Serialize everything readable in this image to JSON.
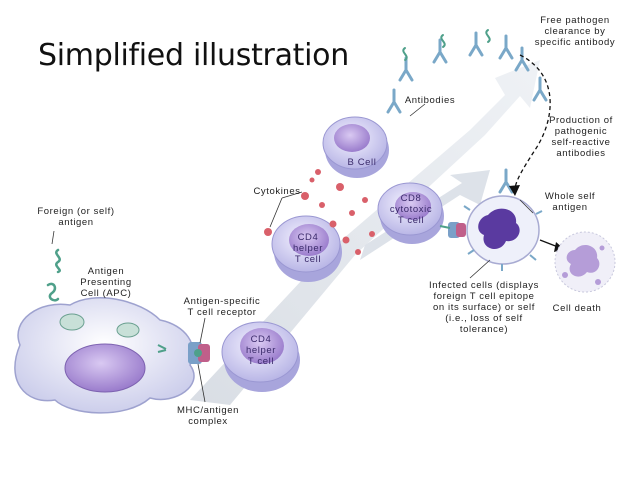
{
  "slide": {
    "title": "Simplified illustration"
  },
  "labels": {
    "foreign_antigen": "Foreign (or self)\nantigen",
    "apc": "Antigen\nPresenting\nCell (APC)",
    "antigen_specific_receptor": "Antigen-specific\nT cell receptor",
    "mhc_complex": "MHC/antigen\ncomplex",
    "cd4_helper_lower": "CD4\nhelper\nT cell",
    "cd4_helper_upper": "CD4\nhelper\nT cell",
    "cytokines": "Cytokines",
    "b_cell": "B Cell",
    "antibodies": "Antibodies",
    "cd8": "CD8\ncytotoxic\nT cell",
    "free_pathogen": "Free pathogen\nclearance by\nspecific antibody",
    "pathogenic_antibodies": "Production of\npathogenic\nself-reactive\nantibodies",
    "whole_self_antigen": "Whole self\nantigen",
    "infected_cells": "Infected cells (displays\nforeign T cell epitope\non its surface) or self\n(i.e., loss of self\ntolerance)",
    "cell_death": "Cell death"
  },
  "colors": {
    "arrow": "#c9cfd8",
    "cell_membrane": "#bfbde8",
    "cell_nucleus": "#9b7fc8",
    "cytokine": "#d9606a",
    "antibody": "#7aa8c8",
    "antigen": "#4fa08a"
  }
}
